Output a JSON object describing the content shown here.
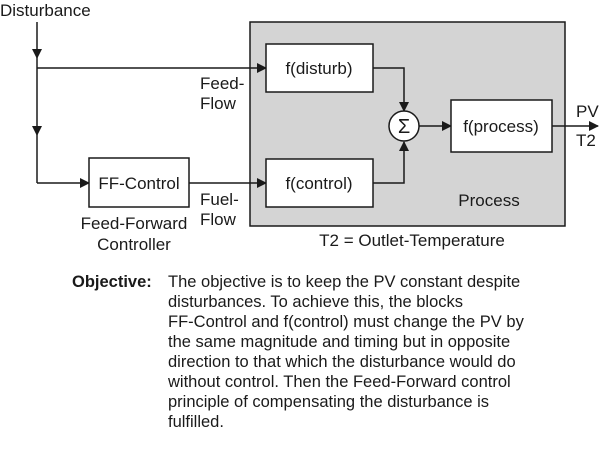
{
  "diagram": {
    "disturbance": "Disturbance",
    "feed_flow": [
      "Feed-",
      "Flow"
    ],
    "fuel_flow": [
      "Fuel-",
      "Flow"
    ],
    "ff_control": "FF-Control",
    "ff_controller": [
      "Feed-Forward",
      "Controller"
    ],
    "f_disturb": "f(disturb)",
    "f_control": "f(control)",
    "sum_symbol": "Σ",
    "f_process": "f(process)",
    "pv": "PV",
    "t2": "T2",
    "process": "Process",
    "outlet": "T2 = Outlet-Temperature"
  },
  "objective": {
    "label": "Objective:",
    "lines": [
      "The objective is to keep the PV constant despite",
      "disturbances.  To achieve this, the blocks",
      "FF-Control and f(control) must change the PV by",
      "the same magnitude and timing but in opposite",
      "direction to that which the disturbance would do",
      "without control.  Then the Feed-Forward control",
      "principle of compensating the disturbance is",
      "fulfilled."
    ]
  },
  "colors": {
    "process_fill": "#d4d4d4",
    "block_fill": "#ffffff",
    "line": "#1a1a1a"
  }
}
